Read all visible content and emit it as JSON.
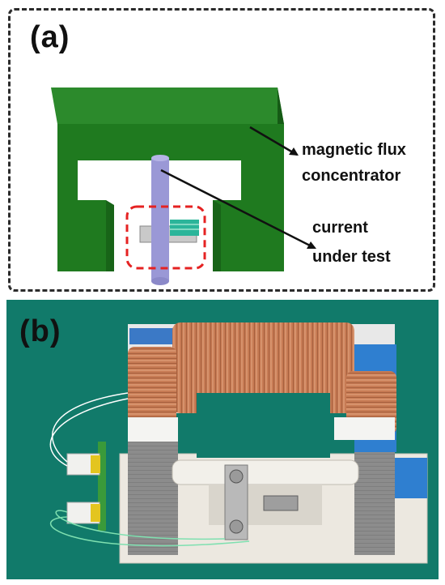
{
  "panel_a": {
    "label": "(a)",
    "annotations": {
      "flux_line1": "magnetic flux",
      "flux_line2": "concentrator",
      "current_line1": "current",
      "current_line2": "under test"
    },
    "colors": {
      "core_green": "#1f7a1f",
      "core_dark": "#165c16",
      "conductor": "#9a98d6",
      "sensor_highlight": "#e52222",
      "sensor_chip": "#2bb59a"
    }
  },
  "panel_b": {
    "label": "(b)",
    "colors": {
      "background": "#117a6a",
      "copper": "#c77b54",
      "base": "#ece8e0",
      "tape": "#2f7fd0"
    }
  }
}
